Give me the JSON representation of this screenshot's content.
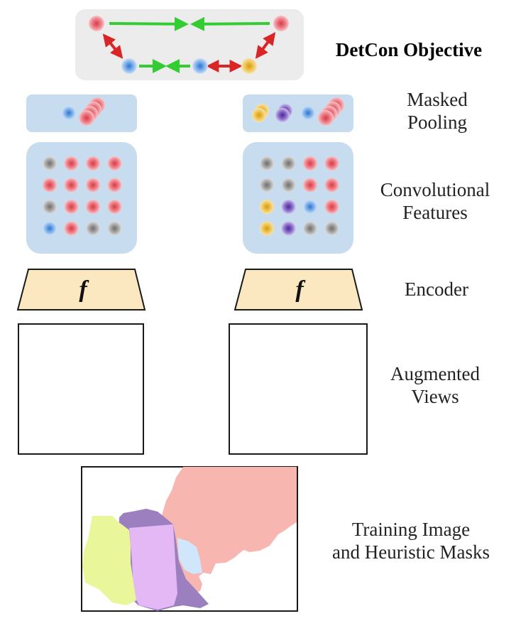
{
  "labels": {
    "objective": "DetCon Objective",
    "pooling": [
      "Masked",
      "Pooling"
    ],
    "conv": [
      "Convolutional",
      "Features"
    ],
    "encoder": "Encoder",
    "views": [
      "Augmented",
      "Views"
    ],
    "training": [
      "Training Image",
      "and Heuristic Masks"
    ],
    "encoder_symbol": "f"
  },
  "colors": {
    "red": "#e8646e",
    "blue": "#5b9be0",
    "gray": "#8c8c8c",
    "yellow": "#e2b530",
    "purple": "#6a48b0",
    "panel_blue": "#c8dcf0",
    "panel_gray": "#ececec",
    "encoder_fill": "#fbe8c0",
    "attract_arrow": "#33cc33",
    "repel_arrow": "#d92525",
    "mask_pink": "#f8b6b1",
    "mask_purple": "#9b7fbf",
    "mask_lilac": "#e4b8f5",
    "mask_lime": "#e9f79a",
    "mask_lightblue": "#cfe6fb"
  },
  "conv_grid_left": [
    [
      "gray",
      "red",
      "red",
      "red"
    ],
    [
      "red",
      "red",
      "red",
      "red"
    ],
    [
      "gray",
      "red",
      "red",
      "red"
    ],
    [
      "blue",
      "red",
      "gray",
      "gray"
    ]
  ],
  "conv_grid_right": [
    [
      "gray",
      "gray",
      "red",
      "red"
    ],
    [
      "gray",
      "gray",
      "red",
      "red"
    ],
    [
      "yellow",
      "purple",
      "blue",
      "red"
    ],
    [
      "yellow",
      "purple",
      "gray",
      "gray"
    ]
  ]
}
